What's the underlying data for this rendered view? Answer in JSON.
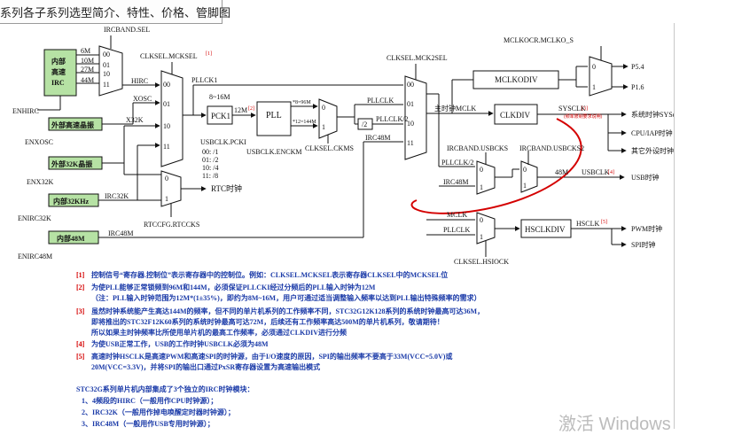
{
  "title": "系列各子系列选型简介、特性、价格、管脚图",
  "watermark": "激活 Windows",
  "colors": {
    "green": "#b6e2a4",
    "blue_text": "#1a3aa8",
    "red": "#d40000",
    "line": "#111111"
  },
  "sources": {
    "irc_lines": [
      "内部",
      "高速",
      "IRC"
    ],
    "freqs": [
      "6M",
      "10M",
      "27M",
      "44M"
    ],
    "ext_hs": "外部高速晶振",
    "ext_32k": "外部32K晶振",
    "int_32k": "内部32KHz",
    "int_48m": "内部48M"
  },
  "pins": {
    "enhirc": "ENHIRC",
    "enxosc": "ENXOSC",
    "enx32k": "ENX32K",
    "enirc32k": "ENIRC32K",
    "enirc48m": "ENIRC48M"
  },
  "signals": {
    "ircband_sel": "IRCBAND.SEL",
    "hirc": "HIRC",
    "xosc": "XOSC",
    "x32k": "X32K",
    "irc32k": "IRC32K",
    "irc48m": "IRC48M",
    "clksel_mcksel": "CLKSEL.MCKSEL",
    "pllck1": "PLLCK1",
    "range": "8~16M",
    "pck1": "PCK1",
    "x12m": "12M",
    "pll": "PLL",
    "usbclk_pcki": "USBCLK.PCKI",
    "div_opts": [
      "00: /1",
      "01: /2",
      "10: /4",
      "11: /8"
    ],
    "usbclk_enckm": "USBCLK.ENCKM",
    "f96": "*8=96M",
    "f144": "*12=144M",
    "clksel_ckms": "CLKSEL.CKMS",
    "pllclk": "PLLCLK",
    "pllclk_2": "PLLCLK/2",
    "div2": "/2",
    "clksel_mck2sel": "CLKSEL.MCK2SEL",
    "main_clock": "主时钟MCLK",
    "mclkocr": "MCLKOCR.MCLKO_S",
    "mclkodiv": "MCLKODIV",
    "clkdiv": "CLKDIV",
    "sysclk": "SYSCLK",
    "p54": "P5.4",
    "p16": "P1.6",
    "sys_clock": "系统时钟SYSclk",
    "cpu_clock": "CPU/IAP时钟",
    "periph_clock": "其它外设时钟",
    "rtc_clock": "RTC时钟",
    "rtccfg": "RTCCFG.RTCCKS",
    "ircband_usbcks": "IRCBAND.USBCKS",
    "ircband_usbcks2": "IRCBAND.USBCKS2",
    "f48m": "48M",
    "usbclk": "USBCLK",
    "usb_clock": "USB时钟",
    "mclk": "MCLK",
    "hsclkdiv": "HSCLKDIV",
    "hsclk": "HSCLK",
    "pwm_clock": "PWM时钟",
    "spi_clock": "SPI时钟",
    "clksel_hsiock": "CLKSEL.HSIOCK",
    "mux_labels": [
      "00",
      "01",
      "10",
      "11",
      "0",
      "1"
    ],
    "mux_labels4": [
      "00",
      "01",
      "10",
      "11"
    ],
    "mux_labels2": [
      "0",
      "1"
    ],
    "fn1": "[1]",
    "fn2": "[2]",
    "fn3": "[3]",
    "fn4": "[4]",
    "fn5": "[5]",
    "red_note": "(频率限制要求说明)"
  },
  "notes": [
    {
      "mark": "[1]",
      "text": "控制信号“寄存器.控制位”表示寄存器中的控制位。例如：CLKSEL.MCKSEL表示寄存器CLKSEL中的MCKSEL位"
    },
    {
      "mark": "[2]",
      "text": "为使PLL能够正常锁频到96M和144M，必须保证PLLCKI经过分频后的PLL输入时钟为12M"
    },
    {
      "mark": "",
      "text": "（注：PLL输入时钟范围为12M*(1±35%)，即约为8M~16M，用户可通过适当调整输入频率以达到PLL输出特殊频率的需求）"
    },
    {
      "mark": "[3]",
      "text": "虽然时钟系统能产生高达144M的频率，但不同的单片机系列的工作频率不同，STC32G12K128系列的系统时钟最高可达36M，"
    },
    {
      "mark": "",
      "text": "即将推出的STC32F12K60系列的系统时钟最高可达72M，后续还有工作频率高达500M的单片机系列，敬请期待！"
    },
    {
      "mark": "",
      "text": "所以如果主时钟频率比所使用单片机的最高工作频率，必须通过CLKDIV进行分频"
    },
    {
      "mark": "[4]",
      "text": "为使USB正常工作，USB的工作时钟USBCLK必须为48M"
    },
    {
      "mark": "[5]",
      "text": "高速时钟HSCLK是高速PWM和高速SPI的时钟源，由于I/O速度的原因，SPI的输出频率不要高于33M(VCC=5.0V)或"
    },
    {
      "mark": "",
      "text": "20M(VCC=3.3V)，并将SPI的输出口通过PxSR寄存器设置为高速输出模式"
    }
  ],
  "footer": {
    "heading": "STC32G系列单片机内部集成了3个独立的IRC时钟模块：",
    "items": [
      "1、4频段的HIRC（一般用作CPU时钟源）；",
      "2、IRC32K（一般用作掉电唤醒定时器时钟源）；",
      "3、IRC48M（一般用作USB专用时钟源）；"
    ]
  }
}
